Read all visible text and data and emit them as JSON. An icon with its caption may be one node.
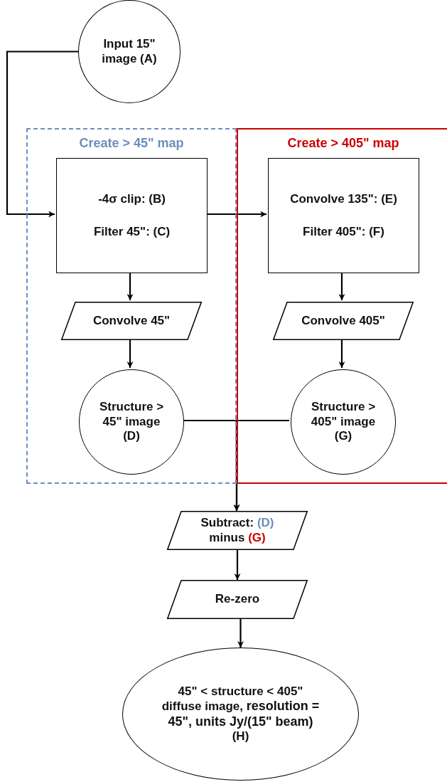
{
  "diagram": {
    "nodes": [
      {
        "text": [
          "Input 15\" image (A)"
        ]
      },
      {
        "text": [
          "Create > 45\" map"
        ]
      },
      {
        "text": [
          "-4σ clip: (B)",
          "Filter 45\": (C)"
        ],
        "in": 1
      },
      {
        "text": [
          "Convolve 45\""
        ],
        "in": 1
      },
      {
        "text": [
          "Structure > 45\" image (D)"
        ],
        "in": 1
      },
      {
        "text": [
          "Create > 405\" map"
        ]
      },
      {
        "text": [
          "Convolve 135\": (E)",
          "Filter 405\": (F)"
        ],
        "in": 5
      },
      {
        "text": [
          "Convolve 405\""
        ],
        "in": 5
      },
      {
        "text": [
          "Structure > 405\" image (G)"
        ],
        "in": 5
      },
      {
        "text": [
          "Subtract: (D) minus (G)"
        ]
      },
      {
        "text": [
          "Re-zero"
        ]
      },
      {
        "text": [
          "45\" < structure < 405\" diffuse image, **resolution = 45\", units Jy/(15\" beam)** (H)"
        ]
      }
    ],
    "edges": [
      {
        "from": 0,
        "to": 2,
        "arrow": "to"
      },
      {
        "from": 2,
        "to": 6,
        "arrow": "to"
      },
      {
        "from": 2,
        "to": 3,
        "arrow": "to"
      },
      {
        "from": 3,
        "to": 4,
        "arrow": "to"
      },
      {
        "from": 6,
        "to": 7,
        "arrow": "to"
      },
      {
        "from": 7,
        "to": 8,
        "arrow": "to"
      },
      {
        "from": 4,
        "to": 9,
        "arrow": "to"
      },
      {
        "from": 8,
        "to": 9,
        "arrow": "to"
      },
      {
        "from": 9,
        "to": 10,
        "arrow": "to"
      },
      {
        "from": 10,
        "to": 11,
        "arrow": "to"
      }
    ]
  }
}
